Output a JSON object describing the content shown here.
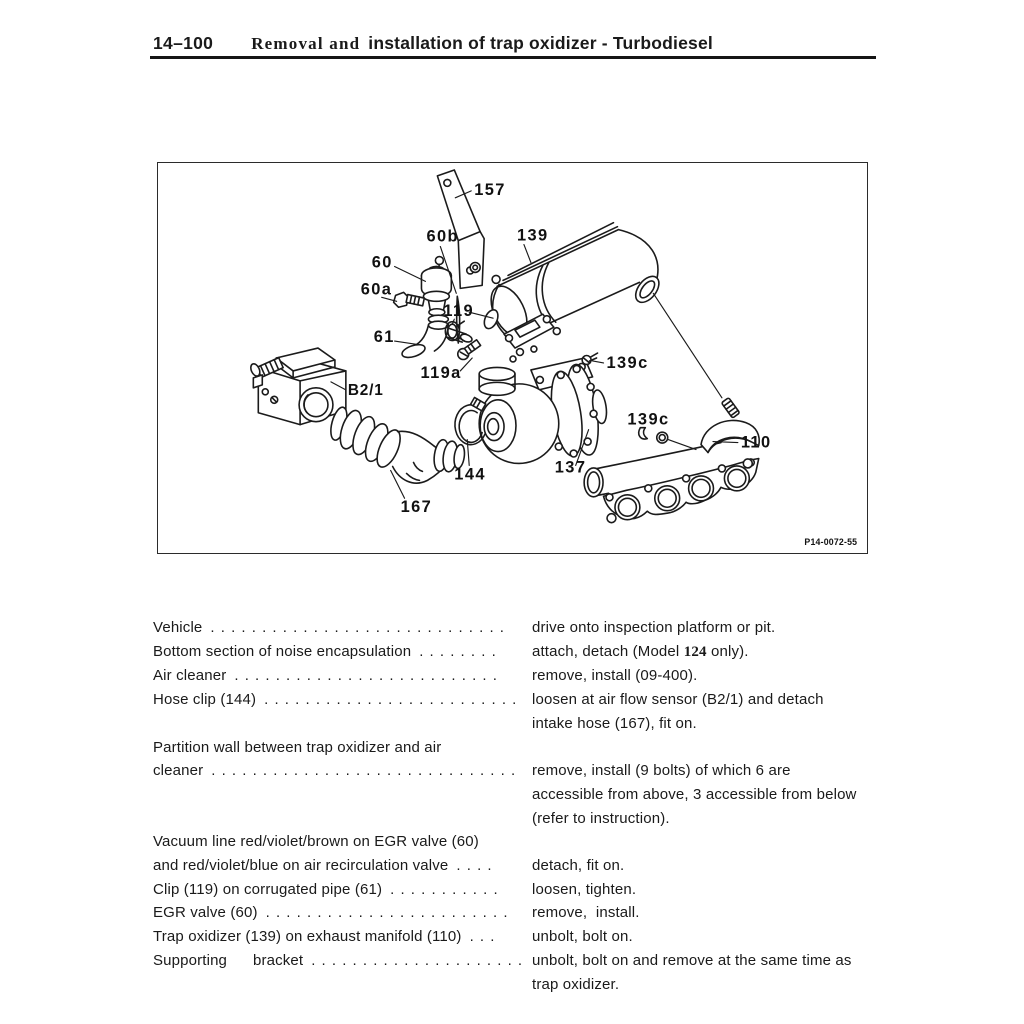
{
  "header": {
    "section": "14–100",
    "title_serif": "Removal and",
    "title_sans": "installation of trap oxidizer - Turbodiesel"
  },
  "figure": {
    "code": "P14-0072-55",
    "labels": [
      {
        "text": "157"
      },
      {
        "text": "60b"
      },
      {
        "text": "139"
      },
      {
        "text": "60"
      },
      {
        "text": "60a"
      },
      {
        "text": "61"
      },
      {
        "text": "119"
      },
      {
        "text": "119a"
      },
      {
        "text": "B2/1"
      },
      {
        "text": "139c"
      },
      {
        "text": "139c"
      },
      {
        "text": "110"
      },
      {
        "text": "144"
      },
      {
        "text": "137"
      },
      {
        "text": "167"
      }
    ]
  },
  "procedure": {
    "rows": [
      {
        "item_lines": [
          "Vehicle"
        ],
        "leader": ". . . . . . . . . . . . . . . . . . . . . . . . . . . . .",
        "action_lines": [
          "drive onto inspection platform or pit."
        ]
      },
      {
        "item_lines": [
          "Bottom section of noise encapsulation"
        ],
        "leader": ". . . . . . . .",
        "action_parts": [
          "attach, detach (Model ",
          "124",
          " only)."
        ]
      },
      {
        "item_lines": [
          "Air cleaner"
        ],
        "leader": ". . . . . . . . . . . . . . . . . . . . . . . . . .",
        "action_lines": [
          "remove, install (09-400)."
        ]
      },
      {
        "item_lines": [
          "Hose clip (144)"
        ],
        "leader": ". . . . . . . . . . . . . . . . . . . . . . . . .",
        "action_lines": [
          "loosen at air flow sensor (B2/1) and detach",
          "intake hose (167), fit on."
        ]
      },
      {
        "item_lines": [
          "Partition wall between trap oxidizer and air",
          "cleaner"
        ],
        "leader": ". . . . . . . . . . . . . . . . . . . . . . . . . . . . . .",
        "action_lines": [
          "remove, install (9 bolts) of which 6 are",
          "accessible from above, 3 accessible from below",
          "(refer to instruction)."
        ]
      },
      {
        "item_lines": [
          "Vacuum line red/violet/brown on EGR valve (60)",
          "and red/violet/blue on air recirculation valve"
        ],
        "leader": ". . . .",
        "action_lines": [
          "detach, fit on."
        ]
      },
      {
        "item_lines": [
          "Clip (119) on corrugated pipe (61)"
        ],
        "leader": ". . . . . . . . . . .",
        "action_lines": [
          "loosen, tighten."
        ]
      },
      {
        "item_lines": [
          "EGR valve (60)"
        ],
        "leader": ". . . . . . . . . . . . . . . . . . . . . . . .",
        "action_lines": [
          "remove,  install."
        ]
      },
      {
        "item_lines": [
          "Trap oxidizer (139) on exhaust manifold (110)"
        ],
        "leader": ". . .",
        "action_lines": [
          "unbolt, bolt on."
        ]
      },
      {
        "item_lines": [
          "Supporting      bracket"
        ],
        "leader": ". . . . . . . . . . . . . . . . . . . . .",
        "action_lines": [
          "unbolt, bolt on and remove at the same time as",
          "trap oxidizer."
        ]
      }
    ]
  }
}
